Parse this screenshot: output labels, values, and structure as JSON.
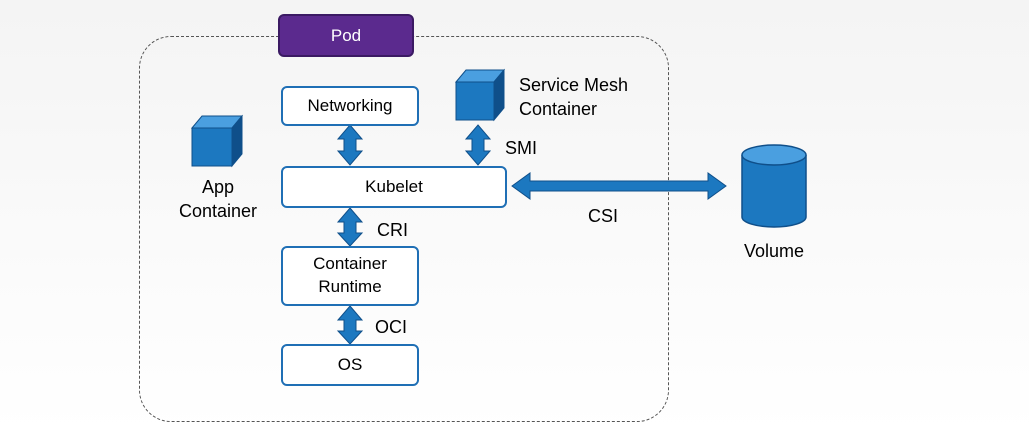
{
  "pod": {
    "label": "Pod"
  },
  "components": {
    "networking": "Networking",
    "kubelet": "Kubelet",
    "container_runtime": "Container\nRuntime",
    "os": "OS"
  },
  "side_labels": {
    "app_container": "App\nContainer",
    "service_mesh_container": "Service Mesh\nContainer",
    "volume": "Volume"
  },
  "interfaces": {
    "smi": "SMI",
    "cri": "CRI",
    "oci": "OCI",
    "csi": "CSI"
  },
  "colors": {
    "accent_blue": "#1f6fb5",
    "pod_purple": "#5b2a8e",
    "cube_front": "#1c78c0",
    "cube_top": "#4a9fe0",
    "cube_side": "#0f4f8a"
  }
}
